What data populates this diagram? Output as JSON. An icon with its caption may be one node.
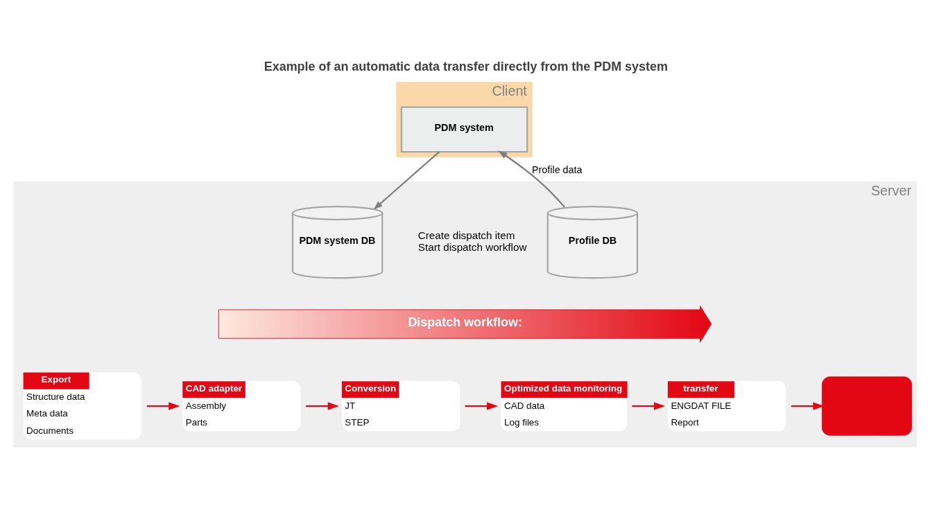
{
  "diagram": {
    "title": "Example of an automatic data transfer directly from the PDM system",
    "nodes": [
      {
        "text": [
          "Client"
        ]
      },
      {
        "text": [
          "PDM system"
        ],
        "in": 0
      },
      {
        "text": [
          "Server"
        ]
      },
      {
        "text": [
          "PDM system DB"
        ],
        "in": 2
      },
      {
        "text": [
          "Profile DB"
        ],
        "in": 2
      },
      {
        "text": [
          "Dispatch workflow:"
        ],
        "in": 2
      },
      {
        "text": [
          "Export",
          "Structure data",
          "Meta data",
          "Documents"
        ],
        "in": 2
      },
      {
        "text": [
          "CAD adapter",
          "Assembly",
          "Parts"
        ],
        "in": 2
      },
      {
        "text": [
          "Conversion",
          "JT",
          "STEP"
        ],
        "in": 2
      },
      {
        "text": [
          "Optimized data monitoring",
          "CAD data",
          "Log files"
        ],
        "in": 2
      },
      {
        "text": [
          "transfer",
          "ENGDAT FILE",
          "Report"
        ],
        "in": 2
      },
      {
        "text": [],
        "shape": "box",
        "in": 2
      }
    ],
    "edges": [
      {
        "from": 1,
        "to": 3,
        "arrow": "to",
        "color": "#7f7f7f"
      },
      {
        "from": 4,
        "to": 1,
        "arrow": "to",
        "label": "Profile data",
        "color": "#7f7f7f"
      },
      {
        "from": 6,
        "to": 7,
        "arrow": "to"
      },
      {
        "from": 7,
        "to": 8,
        "arrow": "to"
      },
      {
        "from": 8,
        "to": 9,
        "arrow": "to"
      },
      {
        "from": 9,
        "to": 10,
        "arrow": "to"
      },
      {
        "from": 10,
        "to": 11,
        "arrow": "to"
      }
    ],
    "labels": [
      "Create dispatch item",
      "Start dispatch workflow"
    ]
  }
}
